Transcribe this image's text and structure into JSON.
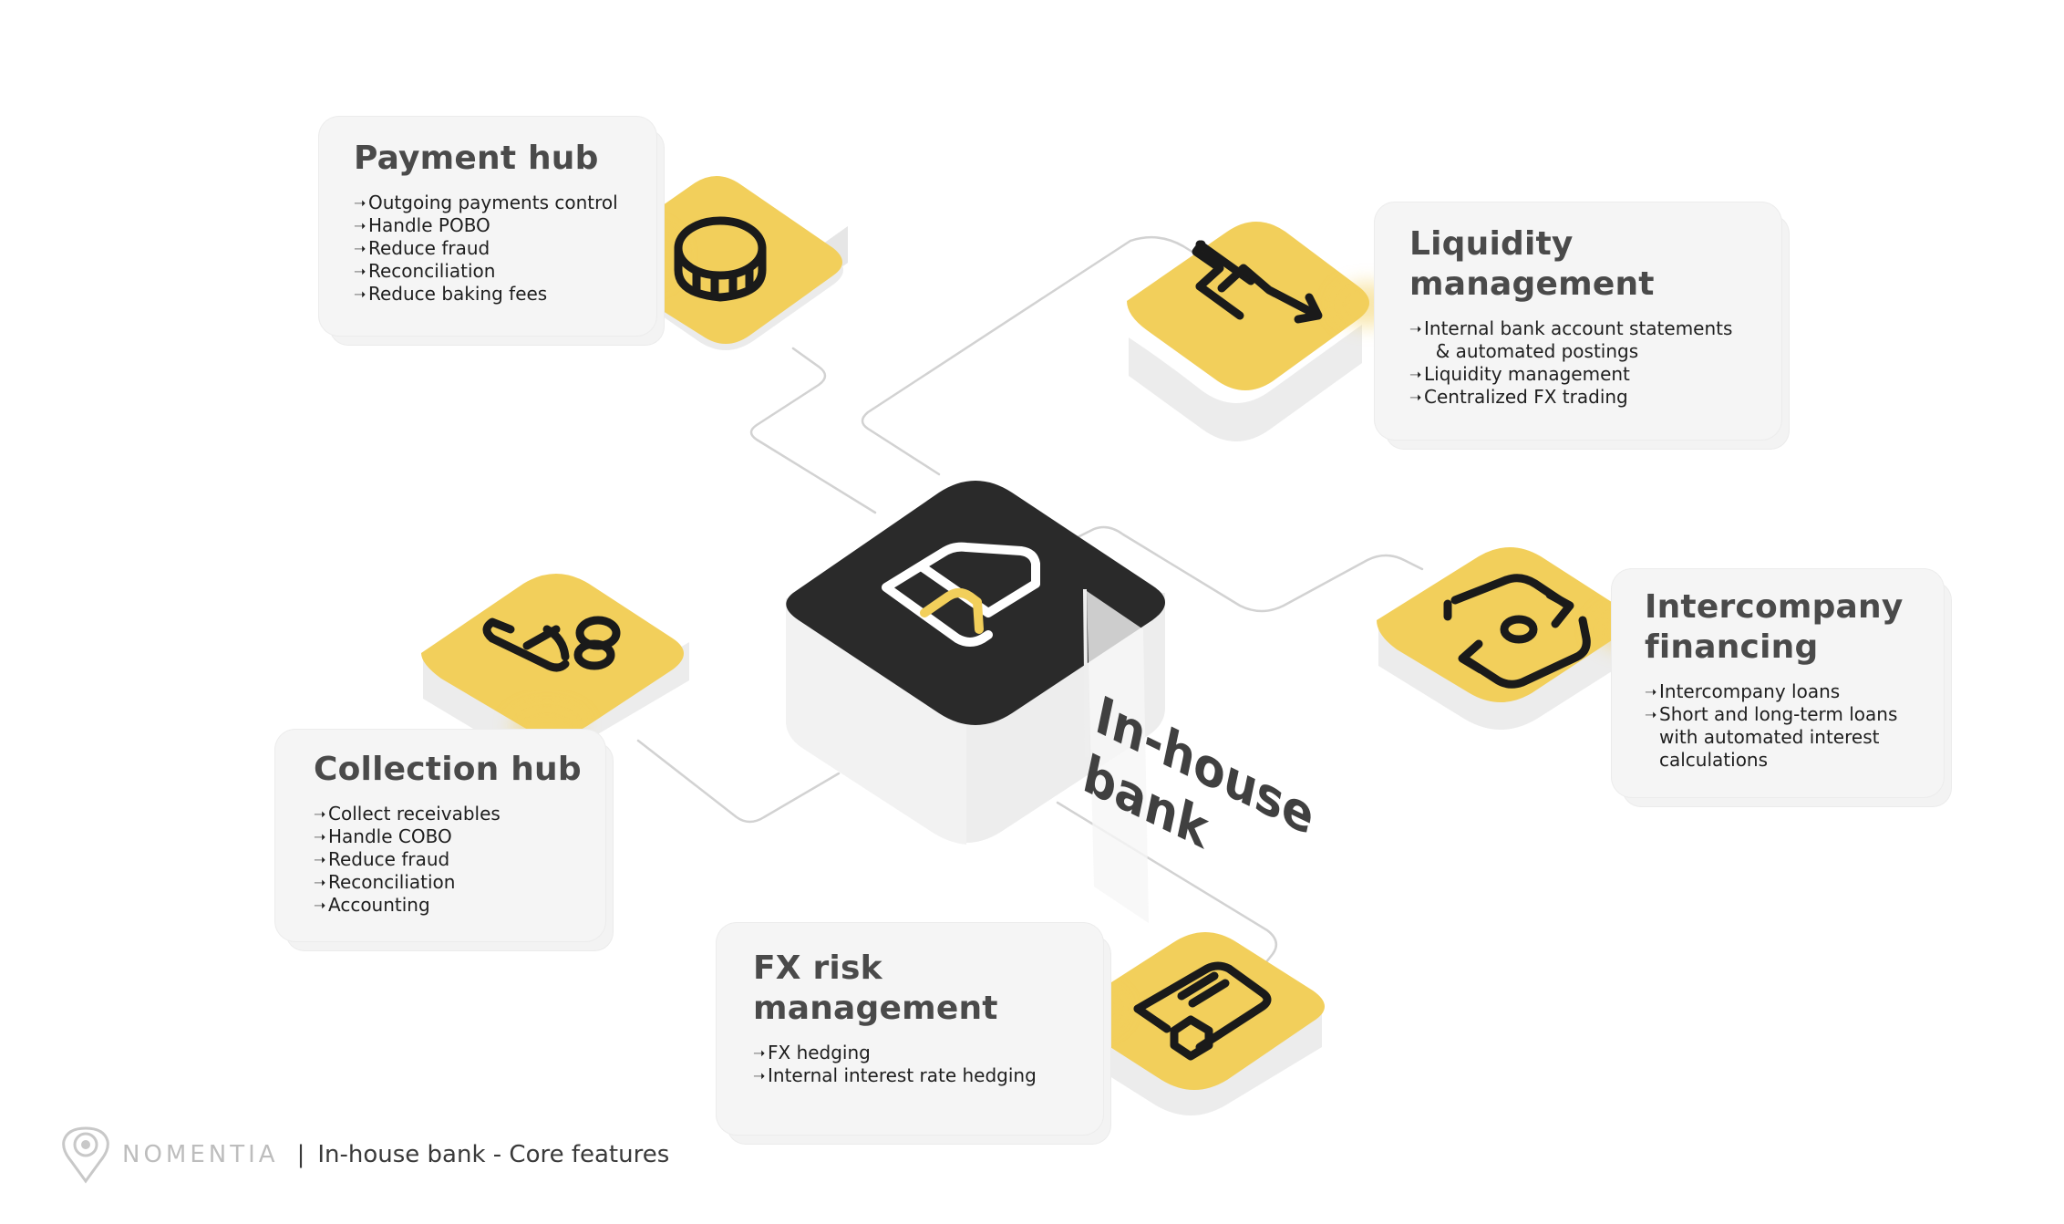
{
  "center": {
    "label_line1": "In-house",
    "label_line2": "bank",
    "icon": "house-icon",
    "color": "#2a2a2a"
  },
  "nodes": [
    {
      "id": "payment-hub",
      "title": "Payment hub",
      "icon": "coin-icon",
      "items": [
        "Outgoing payments control",
        "Handle POBO",
        "Reduce fraud",
        "Reconciliation",
        "Reduce baking fees"
      ]
    },
    {
      "id": "liquidity-management",
      "title_line1": "Liquidity",
      "title_line2": "management",
      "icon": "trend-arrow-icon",
      "items": [
        "Internal bank account statements",
        "  & automated postings",
        "Liquidity management",
        "Centralized FX trading"
      ]
    },
    {
      "id": "intercompany-financing",
      "title_line1": "Intercompany",
      "title_line2": "financing",
      "icon": "exchange-cycle-icon",
      "items": [
        "Intercompany loans",
        "Short and long-term loans",
        "with automated interest",
        "calculations"
      ]
    },
    {
      "id": "collection-hub",
      "title": "Collection hub",
      "icon": "hand-coins-icon",
      "items": [
        "Collect receivables",
        "Handle COBO",
        "Reduce fraud",
        "Reconciliation",
        "Accounting"
      ]
    },
    {
      "id": "fx-risk-management",
      "title_line1": "FX risk",
      "title_line2": "management",
      "icon": "document-shield-icon",
      "items": [
        "FX hedging",
        "Internal interest rate hedging"
      ]
    }
  ],
  "footer": {
    "brand": "NOMENTIA",
    "separator": "|",
    "caption": "In-house bank - Core features",
    "icon": "location-pin-icon"
  },
  "colors": {
    "accent_yellow": "#f2cf5b",
    "tile_shadow": "#ededed",
    "center_dark": "#2a2a2a",
    "connector_line": "#d0d0d0",
    "card_bg": "#f5f5f5"
  }
}
